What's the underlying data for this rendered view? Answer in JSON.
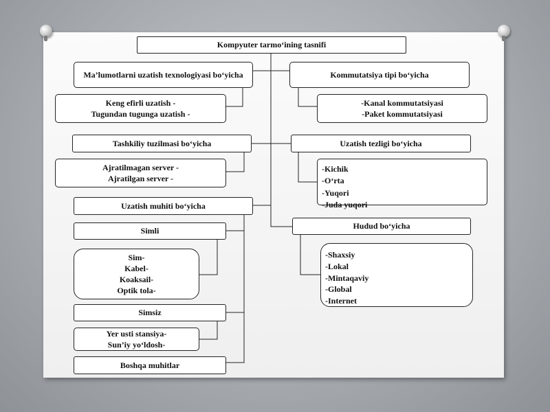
{
  "title": "Kompyuter tarmo‘ining tasnifi",
  "left": {
    "tech": {
      "heading": "Ma’lumotlarni uzatish texnologiyasi  bo‘yicha",
      "items": [
        "Keng efirli  uzatish  -",
        "Tugundan tugunga uzatish -"
      ]
    },
    "org": {
      "heading": "Tashkiliy tuzilmasi  bo‘yicha",
      "items": [
        "Ajratilmagan server -",
        "Ajratilgan server -"
      ]
    },
    "medium": {
      "heading": "Uzatish muhiti  bo‘yicha",
      "wired": {
        "heading": "Simli",
        "items": [
          "Sim-",
          "Kabel-",
          "Koaksail-",
          "Optik tola-"
        ]
      },
      "wireless": {
        "heading": "Simsiz",
        "items": [
          "Yer usti stansiya-",
          "Sun’iy yo‘ldosh-"
        ]
      },
      "other": "Boshqa muhitlar"
    }
  },
  "right": {
    "switching": {
      "heading": "Kommutatsiya tipi bo‘yicha",
      "items": [
        "-Kanal kommutatsiyasi",
        "-Paket kommutatsiyasi"
      ]
    },
    "speed": {
      "heading": "Uzatish tezligi  bo‘yicha",
      "items": [
        "-Kichik",
        "-O‘rta",
        "-Yuqori",
        "-Juda yuqori"
      ]
    },
    "region": {
      "heading": "Hudud  bo‘yicha",
      "items": [
        "-Shaxsiy",
        "-Lokal",
        "-Mintaqaviy",
        "-Global",
        "-Internet"
      ]
    }
  }
}
